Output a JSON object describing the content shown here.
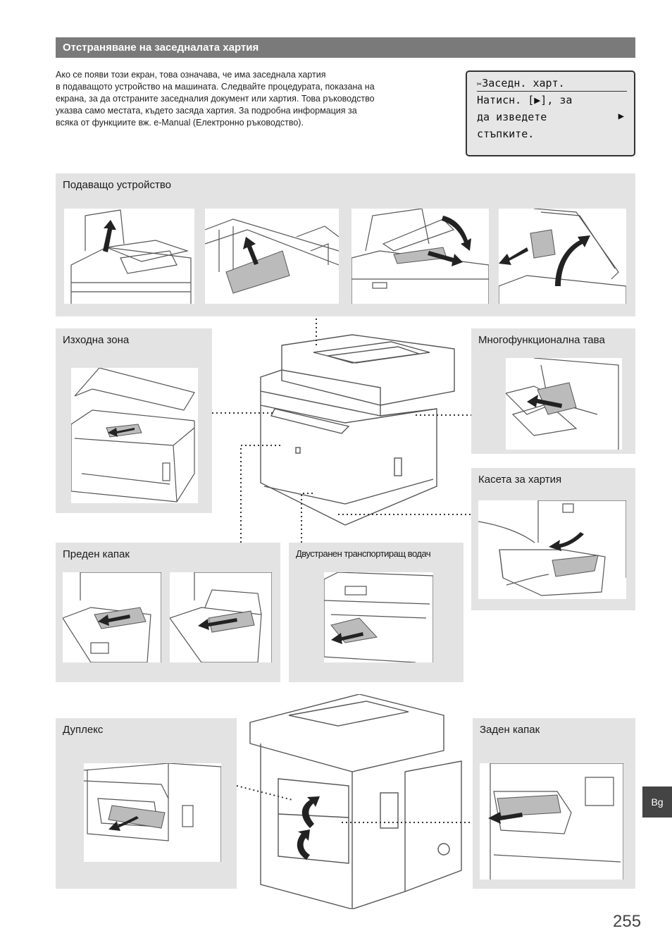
{
  "header": {
    "title": "Отстраняване на заседналата хартия"
  },
  "intro": {
    "lines": [
      "Ако се появи този екран, това означава, че има заседнала хартия",
      "в подаващото устройство на машината. Следвайте процедурата, показана на",
      "екрана, за да отстраните заседналия документ или хартия. Това ръководство",
      "указва само местата, където засяда хартия. За подробна информация за",
      "всяка от функциите вж. e-Manual (Електронно ръководство)."
    ]
  },
  "lcd": {
    "line1": "Заседн. харт.",
    "line2": "Натисн. [▶], за",
    "line3": "да изведете",
    "line4": "стъпките.",
    "icon": "paper-jam-icon",
    "arrow": "▶"
  },
  "panels": {
    "feeder": "Подаващо устройство",
    "output": "Изходна зона",
    "multipurpose": "Многофункционална тава",
    "cassette": "Касета за хартия",
    "front_cover": "Преден капак",
    "duplex_transport": "Двустранен транспортиращ водач",
    "duplex": "Дуплекс",
    "rear_cover": "Заден капак"
  },
  "footer": {
    "lang_tab": "Bg",
    "page_number": "255"
  },
  "colors": {
    "title_bar": "#7a7a7a",
    "panel_bg": "#e3e3e3",
    "lang_tab": "#444444"
  }
}
